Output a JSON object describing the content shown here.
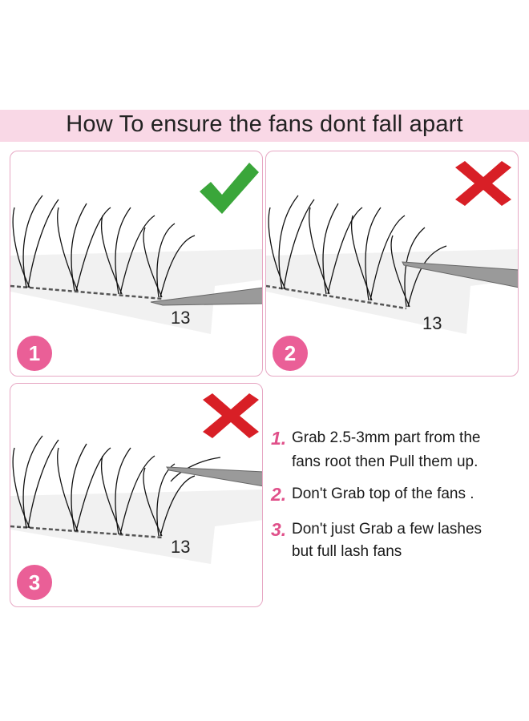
{
  "title": "How To ensure the fans dont fall apart",
  "panels": [
    {
      "step": "1",
      "length_label": "13",
      "badge": "check-mark"
    },
    {
      "step": "2",
      "length_label": "13",
      "badge": "cross-mark"
    },
    {
      "step": "3",
      "length_label": "13",
      "badge": "cross-mark"
    }
  ],
  "instructions": [
    {
      "number": "1.",
      "lines": [
        "Grab 2.5-3mm part from the",
        "fans root then Pull them up."
      ]
    },
    {
      "number": "2.",
      "lines": [
        "Don't Grab top of the fans ."
      ]
    },
    {
      "number": "3.",
      "lines": [
        "Don't just Grab a few lashes",
        "but full lash fans"
      ]
    }
  ],
  "colors": {
    "title_band": "#f9d8e6",
    "panel_border": "#e7a8c4",
    "step_circle": "#ea5f97",
    "check": "#3aa63a",
    "cross": "#d81f26",
    "number_accent": "#e0508a"
  }
}
